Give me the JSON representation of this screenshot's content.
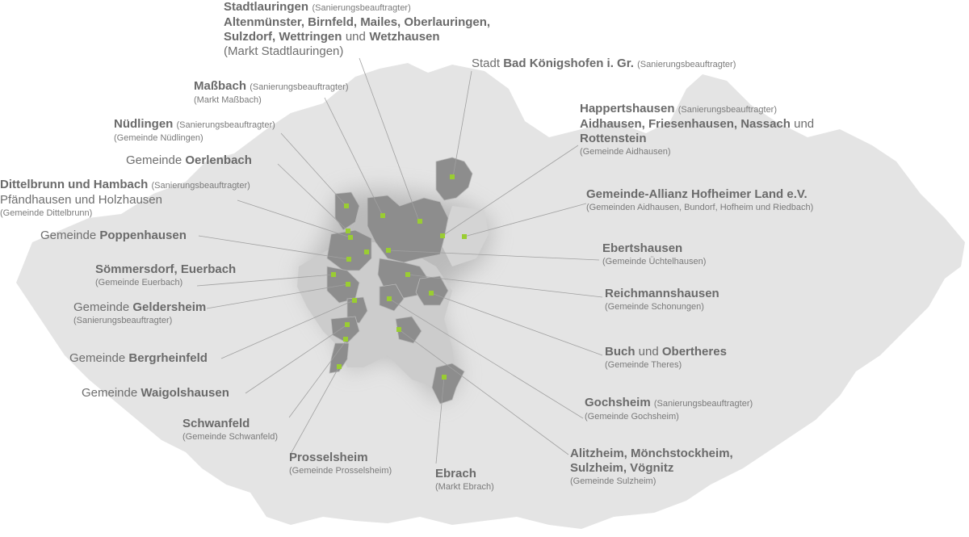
{
  "colors": {
    "region_light": "#e3e3e3",
    "region_mid": "#cfcfcf",
    "region_dark": "#8a8a8a",
    "marker": "#9acd32",
    "line": "#9a9a9a",
    "text": "#6b6b6b"
  },
  "labels": {
    "stadtlauringen": {
      "bold": "Stadtlauringen",
      "suffix": "(Sanierungsbeauftragter)",
      "line2": "Altenmünster, Birnfeld, Mailes, Oberlauringen,",
      "line3a": "Sulzdorf, Wettringen",
      "line3b": "und",
      "line3c": "Wetzhausen",
      "sub": "(Markt Stadtlauringen)"
    },
    "koenigshofen": {
      "pre": "Stadt",
      "bold": "Bad Königshofen i. Gr.",
      "suffix": "(Sanierungsbeauftragter)"
    },
    "massbach": {
      "bold": "Maßbach",
      "suffix": "(Sanierungsbeauftragter)",
      "sub": "(Markt Maßbach)"
    },
    "nuedlingen": {
      "bold": "Nüdlingen",
      "suffix": "(Sanierungsbeauftragter)",
      "sub": "(Gemeinde Nüdlingen)"
    },
    "oerlenbach": {
      "pre": "Gemeinde",
      "bold": "Oerlenbach"
    },
    "dittelbrunn": {
      "bold": "Dittelbrunn und Hambach",
      "suffix": "(Sanierungsbeauftragter)",
      "line2": "Pfändhausen und Holzhausen",
      "sub": "(Gemeinde Dittelbrunn)"
    },
    "poppenhausen": {
      "pre": "Gemeinde",
      "bold": "Poppenhausen"
    },
    "soemmersdorf": {
      "bold": "Sömmersdorf, Euerbach",
      "sub": "(Gemeinde Euerbach)"
    },
    "geldersheim": {
      "pre": "Gemeinde",
      "bold": "Geldersheim",
      "sub": "(Sanierungsbeauftragter)"
    },
    "bergrheinfeld": {
      "pre": "Gemeinde",
      "bold": "Bergrheinfeld"
    },
    "waigolshausen": {
      "pre": "Gemeinde",
      "bold": "Waigolshausen"
    },
    "schwanfeld": {
      "bold": "Schwanfeld",
      "sub": "(Gemeinde Schwanfeld)"
    },
    "prosselsheim": {
      "bold": "Prosselsheim",
      "sub": "(Gemeinde Prosselsheim)"
    },
    "ebrach": {
      "bold": "Ebrach",
      "sub": "(Markt Ebrach)"
    },
    "alitzheim": {
      "line1": "Alitzheim, Mönchstockheim,",
      "line2": "Sulzheim, Vögnitz",
      "sub": "(Gemeinde Sulzheim)"
    },
    "gochsheim": {
      "bold": "Gochsheim",
      "suffix": "(Sanierungsbeauftragter)",
      "sub": "(Gemeinde Gochsheim)"
    },
    "buch": {
      "bold1": "Buch",
      "mid": "und",
      "bold2": "Obertheres",
      "sub": "(Gemeinde Theres)"
    },
    "reichmannshausen": {
      "bold": "Reichmannshausen",
      "sub": "(Gemeinde Schonungen)"
    },
    "ebertshausen": {
      "bold": "Ebertshausen",
      "sub": "(Gemeinde Üchtelhausen)"
    },
    "hofheimer": {
      "bold": "Gemeinde-Allianz Hofheimer Land e.V.",
      "sub": "(Gemeinden Aidhausen, Bundorf, Hofheim und Riedbach)"
    },
    "happertshausen": {
      "bold": "Happertshausen",
      "suffix": "(Sanierungsbeauftragter)",
      "line2a": "Aidhausen, Friesenhausen, Nassach",
      "line2b": "und",
      "line3": "Rottenstein",
      "sub": "(Gemeinde Aidhausen)"
    }
  }
}
